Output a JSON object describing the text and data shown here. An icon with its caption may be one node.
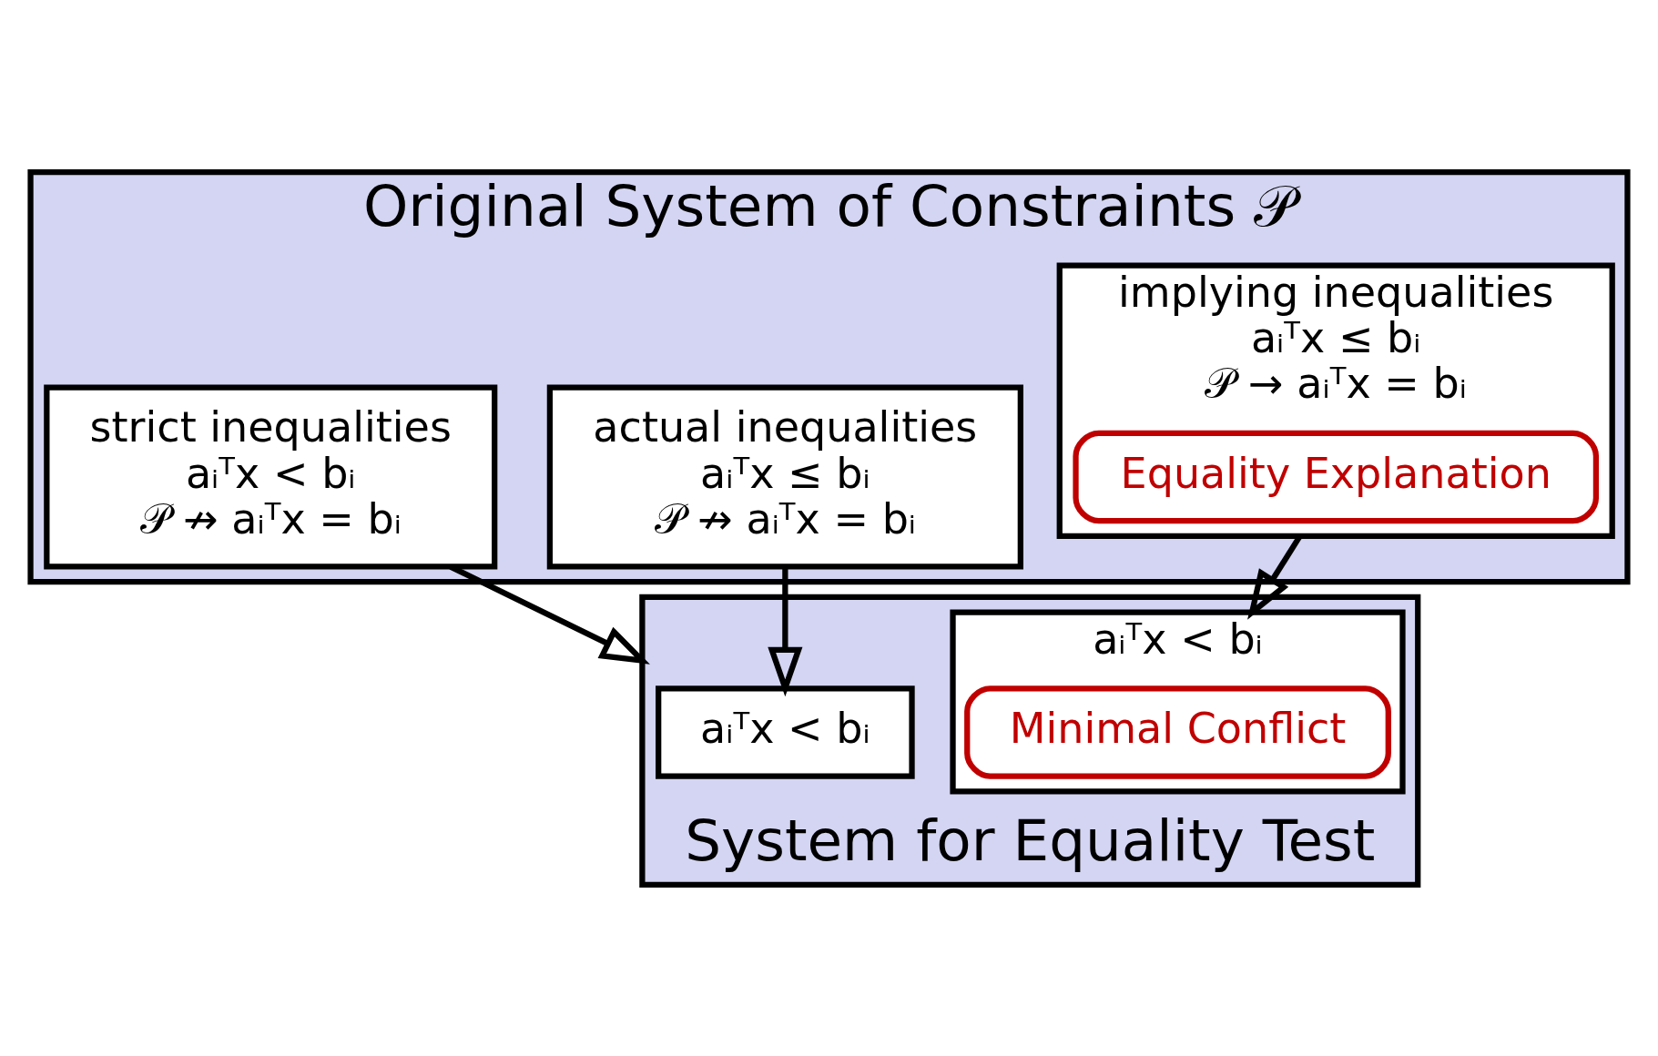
{
  "diagram": {
    "nodes": [
      {
        "text": [
          "Original System of Constraints 𝒫"
        ]
      },
      {
        "text": [
          "actual inequalities",
          "aᵢᵀx ≤ bᵢ",
          "𝒫 ↛ aᵢᵀx = bᵢ"
        ],
        "in": 0
      },
      {
        "text": [
          "implying inequalities",
          "aᵢᵀx ≤ bᵢ",
          "𝒫 → aᵢᵀx = bᵢ"
        ],
        "in": 0
      },
      {
        "text": [
          "Equality Explanation"
        ],
        "in": 2
      },
      {
        "text": [
          "strict inequalities",
          "aᵢᵀx < bᵢ",
          "𝒫 ↛ aᵢᵀx = bᵢ"
        ],
        "in": 0
      },
      {
        "text": [
          "System for Equality Test"
        ]
      },
      {
        "text": [
          "aᵢᵀx < bᵢ"
        ],
        "in": 5
      },
      {
        "text": [
          "aᵢᵀx < bᵢ"
        ],
        "in": 5
      },
      {
        "text": [
          "Minimal Conflict"
        ],
        "in": 7
      }
    ],
    "edges": [
      {
        "from": 1,
        "to": 6,
        "arrow": "to"
      },
      {
        "from": 2,
        "to": 7,
        "arrow": "to"
      },
      {
        "from": 4,
        "to": 5,
        "arrow": "to"
      }
    ]
  }
}
